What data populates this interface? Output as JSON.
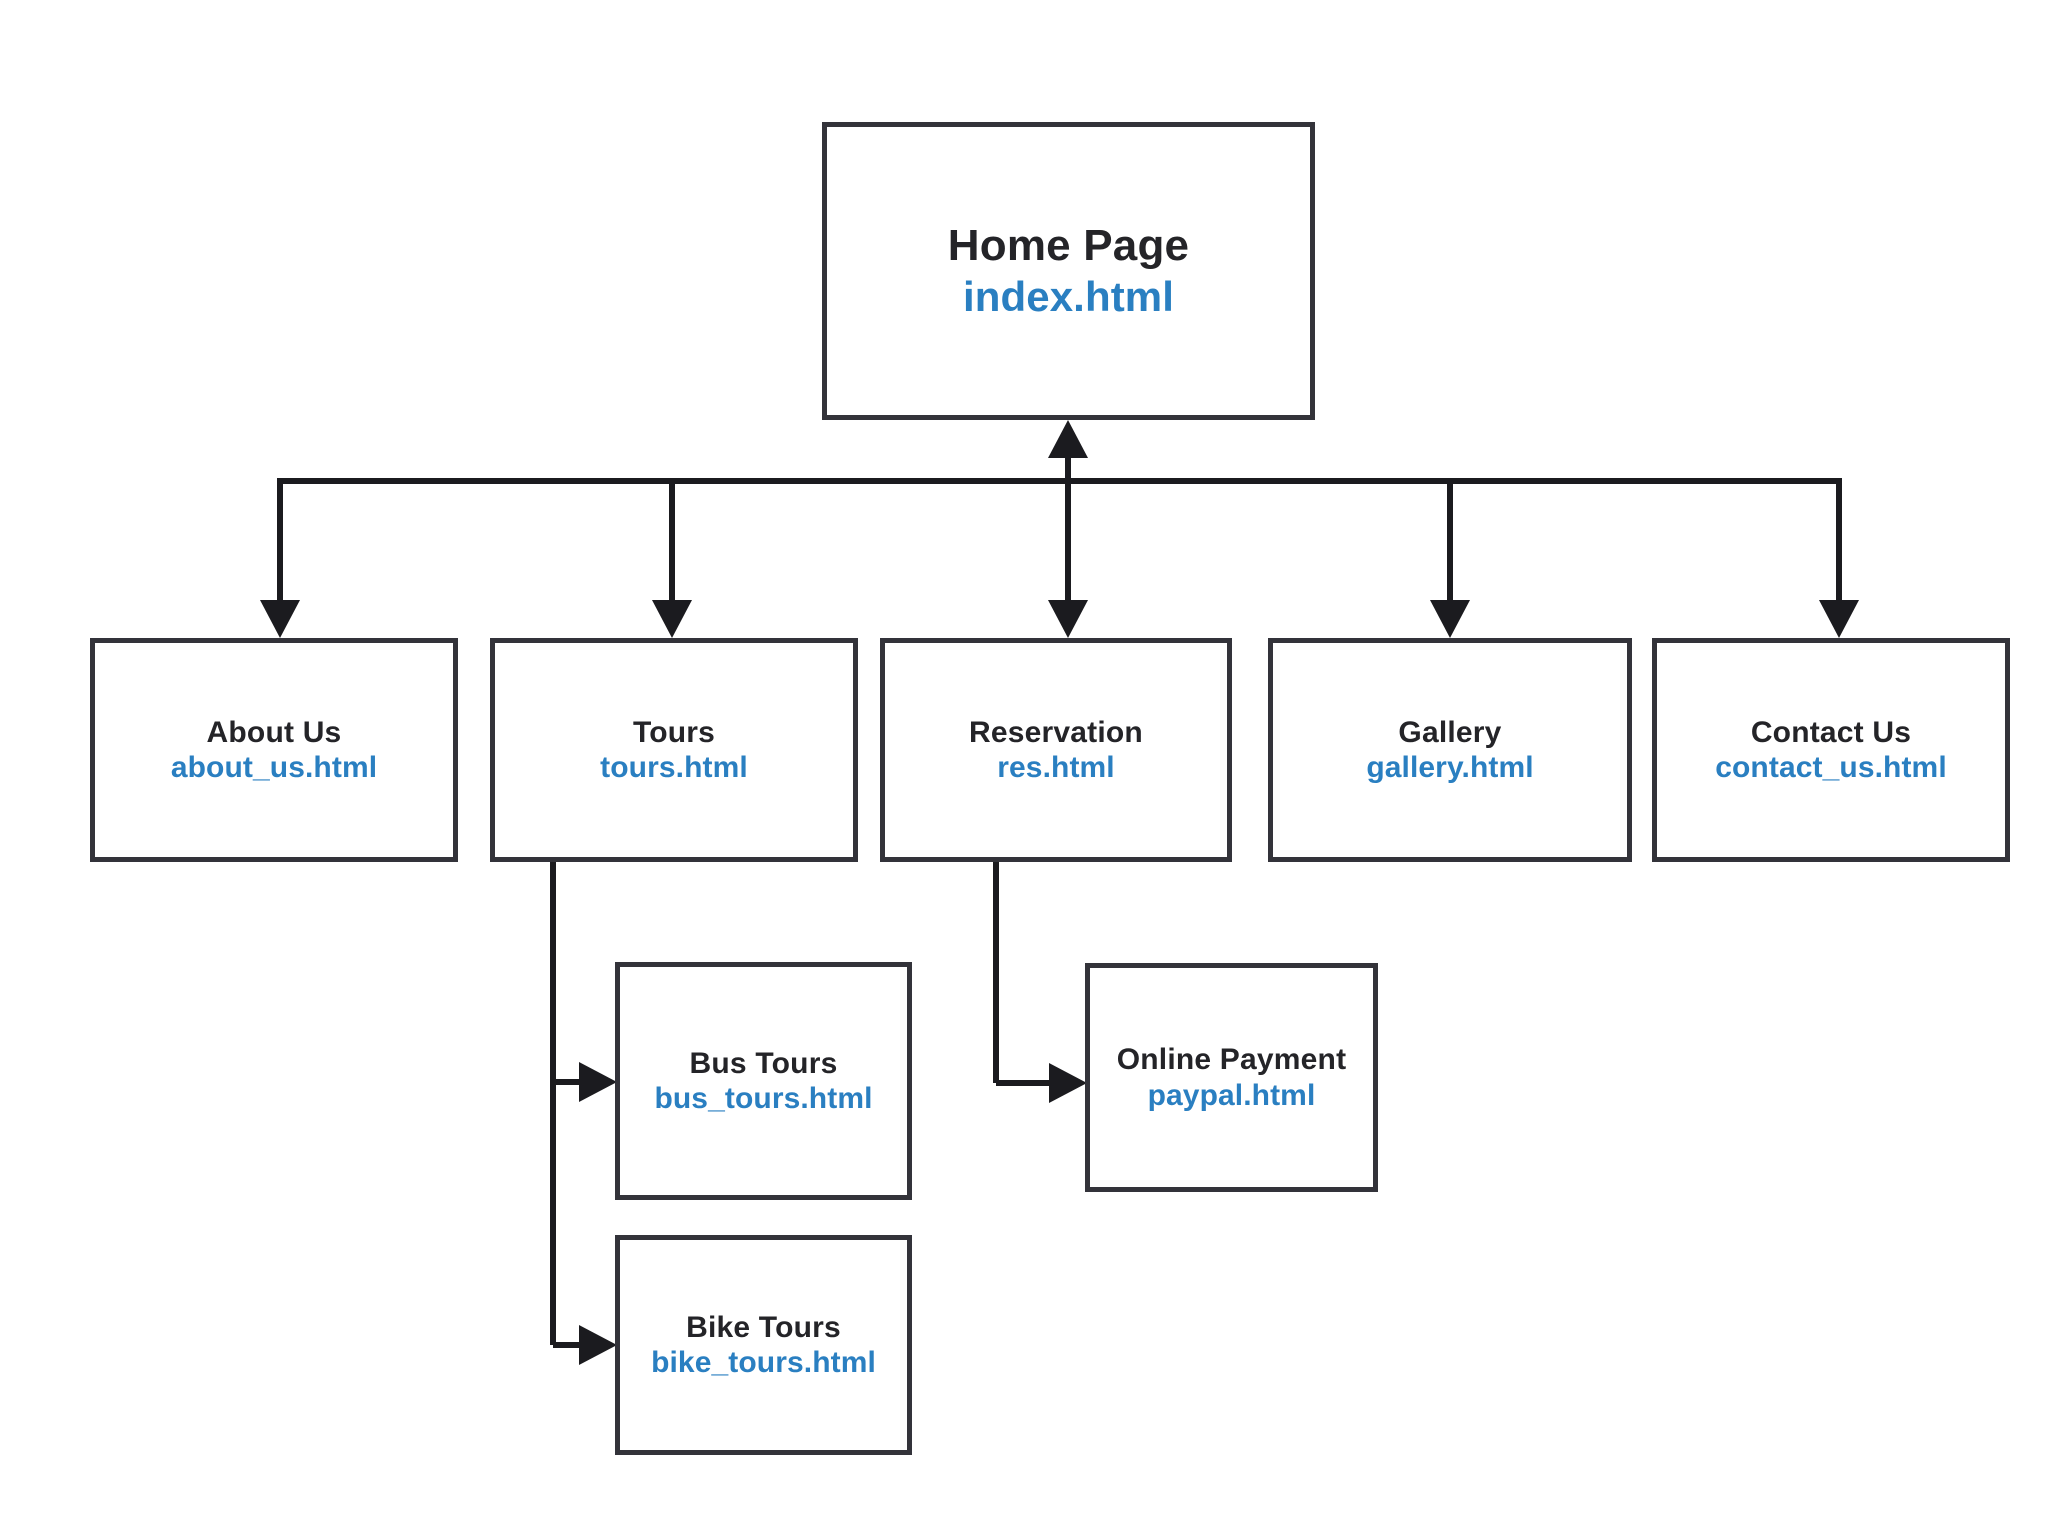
{
  "diagram": {
    "type": "sitemap-tree",
    "background_color": "#ffffff",
    "box_border_color": "#33333a",
    "title_color": "#242428",
    "filename_color": "#2a7fc1",
    "connector_color": "#1b1b1f"
  },
  "nodes": {
    "home": {
      "title": "Home Page",
      "file": "index.html"
    },
    "about_us": {
      "title": "About Us",
      "file": "about_us.html"
    },
    "tours": {
      "title": "Tours",
      "file": "tours.html"
    },
    "reservation": {
      "title": "Reservation",
      "file": "res.html"
    },
    "gallery": {
      "title": "Gallery",
      "file": "gallery.html"
    },
    "contact_us": {
      "title": "Contact Us",
      "file": "contact_us.html"
    },
    "bus_tours": {
      "title": "Bus Tours",
      "file": "bus_tours.html"
    },
    "online_payment": {
      "title": "Online Payment",
      "file": "paypal.html"
    },
    "bike_tours": {
      "title": "Bike Tours",
      "file": "bike_tours.html"
    }
  },
  "edges": [
    {
      "from": "home",
      "to": "about_us",
      "style": "elbow-down-arrow"
    },
    {
      "from": "home",
      "to": "tours",
      "style": "elbow-down-arrow"
    },
    {
      "from": "home",
      "to": "reservation",
      "style": "double-headed-vertical"
    },
    {
      "from": "home",
      "to": "gallery",
      "style": "elbow-down-arrow"
    },
    {
      "from": "home",
      "to": "contact_us",
      "style": "elbow-down-arrow"
    },
    {
      "from": "tours",
      "to": "bus_tours",
      "style": "elbow-right-arrow"
    },
    {
      "from": "tours",
      "to": "bike_tours",
      "style": "elbow-right-arrow"
    },
    {
      "from": "reservation",
      "to": "online_payment",
      "style": "elbow-right-arrow"
    }
  ]
}
